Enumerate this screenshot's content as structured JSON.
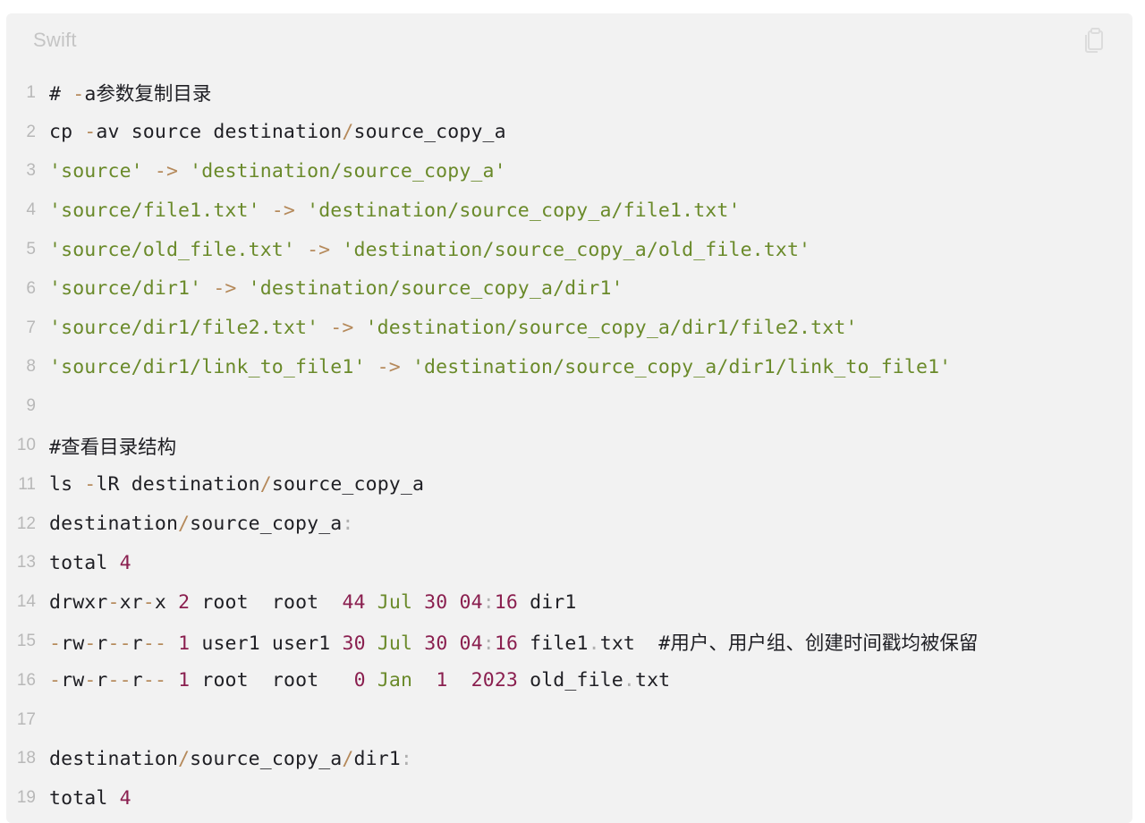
{
  "code_block": {
    "language": "Swift",
    "copy_icon": "copy-icon",
    "colors": {
      "background": "#f2f2f2",
      "string": "#6a8a2a",
      "operator": "#b5895a",
      "number": "#8a1f4f",
      "plain": "#1f1f24",
      "line_number": "#b8b8b8"
    },
    "lines": [
      {
        "n": "1",
        "tokens": [
          {
            "t": "# ",
            "c": "plain"
          },
          {
            "t": "-",
            "c": "op"
          },
          {
            "t": "a参数复制目录",
            "c": "plain"
          }
        ]
      },
      {
        "n": "2",
        "tokens": [
          {
            "t": "cp ",
            "c": "plain"
          },
          {
            "t": "-",
            "c": "op"
          },
          {
            "t": "av source destination",
            "c": "plain"
          },
          {
            "t": "/",
            "c": "op"
          },
          {
            "t": "source_copy_a",
            "c": "plain"
          }
        ]
      },
      {
        "n": "3",
        "tokens": [
          {
            "t": "'source'",
            "c": "str"
          },
          {
            "t": " -> ",
            "c": "op"
          },
          {
            "t": "'destination/source_copy_a'",
            "c": "str"
          }
        ]
      },
      {
        "n": "4",
        "tokens": [
          {
            "t": "'source/file1.txt'",
            "c": "str"
          },
          {
            "t": " -> ",
            "c": "op"
          },
          {
            "t": "'destination/source_copy_a/file1.txt'",
            "c": "str"
          }
        ]
      },
      {
        "n": "5",
        "tokens": [
          {
            "t": "'source/old_file.txt'",
            "c": "str"
          },
          {
            "t": " -> ",
            "c": "op"
          },
          {
            "t": "'destination/source_copy_a/old_file.txt'",
            "c": "str"
          }
        ]
      },
      {
        "n": "6",
        "tokens": [
          {
            "t": "'source/dir1'",
            "c": "str"
          },
          {
            "t": " -> ",
            "c": "op"
          },
          {
            "t": "'destination/source_copy_a/dir1'",
            "c": "str"
          }
        ]
      },
      {
        "n": "7",
        "tokens": [
          {
            "t": "'source/dir1/file2.txt'",
            "c": "str"
          },
          {
            "t": " -> ",
            "c": "op"
          },
          {
            "t": "'destination/source_copy_a/dir1/file2.txt'",
            "c": "str"
          }
        ]
      },
      {
        "n": "8",
        "tokens": [
          {
            "t": "'source/dir1/link_to_file1'",
            "c": "str"
          },
          {
            "t": " -> ",
            "c": "op"
          },
          {
            "t": "'destination/source_copy_a/dir1/link_to_file1'",
            "c": "str"
          }
        ]
      },
      {
        "n": "9",
        "tokens": []
      },
      {
        "n": "10",
        "tokens": [
          {
            "t": "#查看目录结构",
            "c": "plain"
          }
        ]
      },
      {
        "n": "11",
        "tokens": [
          {
            "t": "ls ",
            "c": "plain"
          },
          {
            "t": "-",
            "c": "op"
          },
          {
            "t": "lR destination",
            "c": "plain"
          },
          {
            "t": "/",
            "c": "op"
          },
          {
            "t": "source_copy_a",
            "c": "plain"
          }
        ]
      },
      {
        "n": "12",
        "tokens": [
          {
            "t": "destination",
            "c": "plain"
          },
          {
            "t": "/",
            "c": "op"
          },
          {
            "t": "source_copy_a",
            "c": "plain"
          },
          {
            "t": ":",
            "c": "punc"
          }
        ]
      },
      {
        "n": "13",
        "tokens": [
          {
            "t": "total ",
            "c": "plain"
          },
          {
            "t": "4",
            "c": "num"
          }
        ]
      },
      {
        "n": "14",
        "tokens": [
          {
            "t": "drwxr",
            "c": "plain"
          },
          {
            "t": "-",
            "c": "op"
          },
          {
            "t": "xr",
            "c": "plain"
          },
          {
            "t": "-",
            "c": "op"
          },
          {
            "t": "x ",
            "c": "plain"
          },
          {
            "t": "2",
            "c": "num"
          },
          {
            "t": " root  root  ",
            "c": "plain"
          },
          {
            "t": "44",
            "c": "num"
          },
          {
            "t": " ",
            "c": "plain"
          },
          {
            "t": "Jul",
            "c": "mon"
          },
          {
            "t": " ",
            "c": "plain"
          },
          {
            "t": "30",
            "c": "num"
          },
          {
            "t": " ",
            "c": "plain"
          },
          {
            "t": "04",
            "c": "num"
          },
          {
            "t": ":",
            "c": "punc"
          },
          {
            "t": "16",
            "c": "num"
          },
          {
            "t": " dir1",
            "c": "plain"
          }
        ]
      },
      {
        "n": "15",
        "tokens": [
          {
            "t": "-",
            "c": "op"
          },
          {
            "t": "rw",
            "c": "plain"
          },
          {
            "t": "-",
            "c": "op"
          },
          {
            "t": "r",
            "c": "plain"
          },
          {
            "t": "--",
            "c": "op"
          },
          {
            "t": "r",
            "c": "plain"
          },
          {
            "t": "--",
            "c": "op"
          },
          {
            "t": " ",
            "c": "plain"
          },
          {
            "t": "1",
            "c": "num"
          },
          {
            "t": " user1 user1 ",
            "c": "plain"
          },
          {
            "t": "30",
            "c": "num"
          },
          {
            "t": " ",
            "c": "plain"
          },
          {
            "t": "Jul",
            "c": "mon"
          },
          {
            "t": " ",
            "c": "plain"
          },
          {
            "t": "30",
            "c": "num"
          },
          {
            "t": " ",
            "c": "plain"
          },
          {
            "t": "04",
            "c": "num"
          },
          {
            "t": ":",
            "c": "punc"
          },
          {
            "t": "16",
            "c": "num"
          },
          {
            "t": " file1",
            "c": "plain"
          },
          {
            "t": ".",
            "c": "punc"
          },
          {
            "t": "txt  #用户、用户组、创建时间戳均被保留",
            "c": "plain"
          }
        ]
      },
      {
        "n": "16",
        "tokens": [
          {
            "t": "-",
            "c": "op"
          },
          {
            "t": "rw",
            "c": "plain"
          },
          {
            "t": "-",
            "c": "op"
          },
          {
            "t": "r",
            "c": "plain"
          },
          {
            "t": "--",
            "c": "op"
          },
          {
            "t": "r",
            "c": "plain"
          },
          {
            "t": "--",
            "c": "op"
          },
          {
            "t": " ",
            "c": "plain"
          },
          {
            "t": "1",
            "c": "num"
          },
          {
            "t": " root  root   ",
            "c": "plain"
          },
          {
            "t": "0",
            "c": "num"
          },
          {
            "t": " ",
            "c": "plain"
          },
          {
            "t": "Jan",
            "c": "mon"
          },
          {
            "t": "  ",
            "c": "plain"
          },
          {
            "t": "1",
            "c": "num"
          },
          {
            "t": "  ",
            "c": "plain"
          },
          {
            "t": "2023",
            "c": "num"
          },
          {
            "t": " old_file",
            "c": "plain"
          },
          {
            "t": ".",
            "c": "punc"
          },
          {
            "t": "txt",
            "c": "plain"
          }
        ]
      },
      {
        "n": "17",
        "tokens": []
      },
      {
        "n": "18",
        "tokens": [
          {
            "t": "destination",
            "c": "plain"
          },
          {
            "t": "/",
            "c": "op"
          },
          {
            "t": "source_copy_a",
            "c": "plain"
          },
          {
            "t": "/",
            "c": "op"
          },
          {
            "t": "dir1",
            "c": "plain"
          },
          {
            "t": ":",
            "c": "punc"
          }
        ]
      },
      {
        "n": "19",
        "tokens": [
          {
            "t": "total ",
            "c": "plain"
          },
          {
            "t": "4",
            "c": "num"
          }
        ]
      }
    ]
  }
}
